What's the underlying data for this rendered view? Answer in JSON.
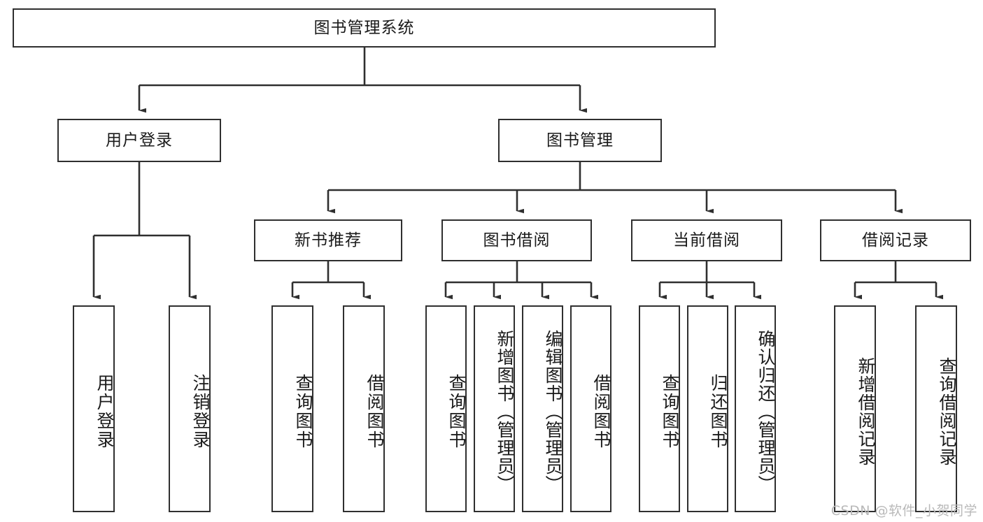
{
  "diagram": {
    "title": "图书管理系统",
    "type": "tree",
    "watermark": "CSDN @软件_小贺同学",
    "colors": {
      "box_border": "#2f2f2f",
      "box_fill": "#ffffff",
      "edge": "#2f2f2f",
      "text": "#1a1a1a",
      "watermark": "#b9b9b9"
    },
    "nodes": {
      "root": {
        "label": "图书管理系统",
        "level": 1,
        "orientation": "horizontal"
      },
      "level2": [
        {
          "id": "user-login",
          "label": "用户登录",
          "orientation": "horizontal"
        },
        {
          "id": "book-manage",
          "label": "图书管理",
          "orientation": "horizontal"
        }
      ],
      "level3": [
        {
          "id": "new-book-recommend",
          "label": "新书推荐",
          "orientation": "horizontal",
          "parent": "book-manage"
        },
        {
          "id": "book-borrow",
          "label": "图书借阅",
          "orientation": "horizontal",
          "parent": "book-manage"
        },
        {
          "id": "current-borrow",
          "label": "当前借阅",
          "orientation": "horizontal",
          "parent": "book-manage"
        },
        {
          "id": "borrow-record",
          "label": "借阅记录",
          "orientation": "horizontal",
          "parent": "book-manage"
        }
      ],
      "leaves": [
        {
          "id": "leaf-user-login",
          "label": "用户登录",
          "parent": "user-login",
          "orientation": "vertical"
        },
        {
          "id": "leaf-logout-login",
          "label": "注销登录",
          "parent": "user-login",
          "orientation": "vertical"
        },
        {
          "id": "leaf-query-book-1",
          "label": "查询图书",
          "parent": "new-book-recommend",
          "orientation": "vertical"
        },
        {
          "id": "leaf-borrow-book-1",
          "label": "借阅图书",
          "parent": "new-book-recommend",
          "orientation": "vertical"
        },
        {
          "id": "leaf-query-book-2",
          "label": "查询图书",
          "parent": "book-borrow",
          "orientation": "vertical"
        },
        {
          "id": "leaf-add-book",
          "label": "新增图书（管理员）",
          "parent": "book-borrow",
          "orientation": "vertical"
        },
        {
          "id": "leaf-edit-book",
          "label": "编辑图书（管理员）",
          "parent": "book-borrow",
          "orientation": "vertical"
        },
        {
          "id": "leaf-borrow-book-2",
          "label": "借阅图书",
          "parent": "book-borrow",
          "orientation": "vertical"
        },
        {
          "id": "leaf-query-book-3",
          "label": "查询图书",
          "parent": "current-borrow",
          "orientation": "vertical"
        },
        {
          "id": "leaf-return-book",
          "label": "归还图书",
          "parent": "current-borrow",
          "orientation": "vertical"
        },
        {
          "id": "leaf-confirm-return",
          "label": "确认归还（管理员）",
          "parent": "current-borrow",
          "orientation": "vertical"
        },
        {
          "id": "leaf-add-record",
          "label": "新增借阅记录",
          "parent": "borrow-record",
          "orientation": "vertical"
        },
        {
          "id": "leaf-query-record",
          "label": "查询借阅记录",
          "parent": "borrow-record",
          "orientation": "vertical"
        }
      ]
    }
  }
}
